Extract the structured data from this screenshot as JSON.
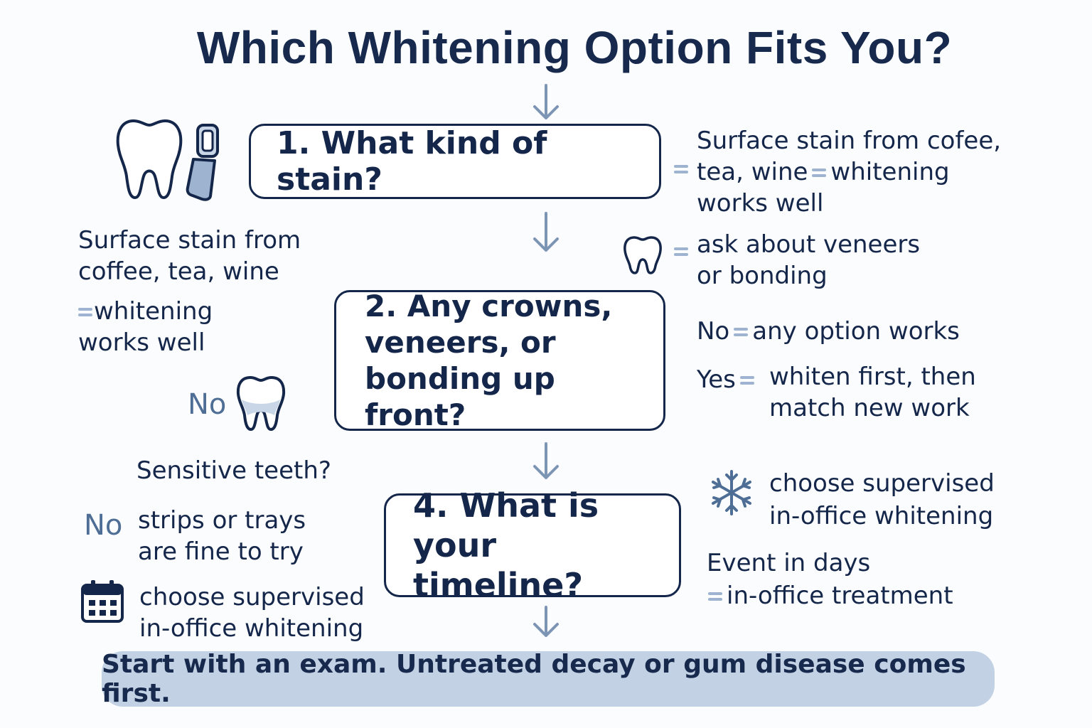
{
  "title": "Which Whitening Option Fits You?",
  "steps": {
    "step1": "1. What kind of stain?",
    "step2": "2. Any crowns, veneers, or bonding up front?",
    "step4": "4. What is your timeline?"
  },
  "right": {
    "stain_line1": "Surface stain from cofee,",
    "stain_line2a": "tea, wine",
    "stain_line2b": "whitening",
    "stain_line3": "works well",
    "veneers_line1": "ask about veneers",
    "veneers_line2": "or bonding",
    "no_label": "No",
    "no_text": "any option works",
    "yes_label": "Yes",
    "yes_line1": "whiten first, then",
    "yes_line2": "match new work",
    "supervised_line1": "choose supervised",
    "supervised_line2": "in-office whitening",
    "event_line1": "Event in days",
    "event_line2": "in-office treatment"
  },
  "left": {
    "stain_line1": "Surface stain from",
    "stain_line2": "coffee, tea, wine",
    "whiten_line1": "whitening",
    "whiten_line2": "works well",
    "no_label_1": "No",
    "sensitive": "Sensitive teeth?",
    "no_label_2": "No",
    "strips_line1": "strips or trays",
    "strips_line2": "are fine to try",
    "supervised_line1": "choose supervised",
    "supervised_line2": "in-office whitening"
  },
  "footer": "Start with an exam. Untreated decay or gum disease comes first.",
  "colors": {
    "navy": "#14264a",
    "accent": "#4e6e96",
    "light_blue": "#9db3cf",
    "footer_bg": "#c2d1e3"
  },
  "icons": [
    "tooth-icon",
    "whitening-pen-icon",
    "small-tooth-icon",
    "tooth-no-icon",
    "snowflake-icon",
    "calendar-icon",
    "arrow-down-icon"
  ]
}
